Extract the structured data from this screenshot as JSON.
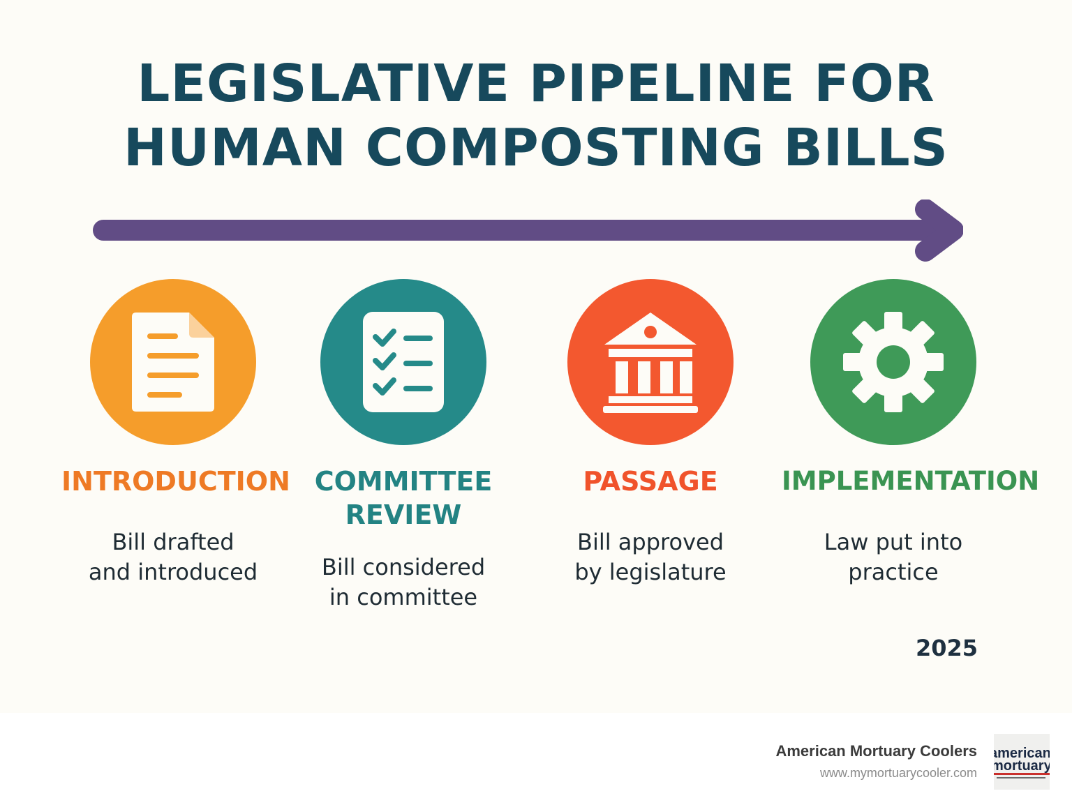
{
  "title": {
    "line1": "LEGISLATIVE PIPELINE FOR",
    "line2": "HUMAN COMPOSTING BILLS"
  },
  "colors": {
    "title": "#17495c",
    "arrow": "#614c85",
    "introduction": "#f59d2b",
    "committee": "#258a89",
    "passage": "#f3582f",
    "implementation": "#3f9a58"
  },
  "stages": [
    {
      "title_lines": [
        "INTRODUCTION"
      ],
      "desc_lines": [
        "Bill drafted",
        "and introduced"
      ],
      "icon": "document-icon",
      "color": "#f59d2b",
      "title_color": "#ee7a25"
    },
    {
      "title_lines": [
        "COMMITTEE",
        "REVIEW"
      ],
      "desc_lines": [
        "Bill considered",
        "in committee"
      ],
      "icon": "checklist-icon",
      "color": "#258a89",
      "title_color": "#238383"
    },
    {
      "title_lines": [
        "PASSAGE"
      ],
      "desc_lines": [
        "Bill approved",
        "by legislature"
      ],
      "icon": "capitol-building-icon",
      "color": "#f3582f",
      "title_color": "#f0532b"
    },
    {
      "title_lines": [
        "IMPLEMENTATION"
      ],
      "desc_lines": [
        "Law put into",
        "practice"
      ],
      "icon": "gear-icon",
      "color": "#3f9a58",
      "title_color": "#3a9452"
    }
  ],
  "year": "2025",
  "brand": {
    "name": "American Mortuary Coolers",
    "url": "www.mymortuarycooler.com",
    "logo_text": "american mortuary"
  }
}
